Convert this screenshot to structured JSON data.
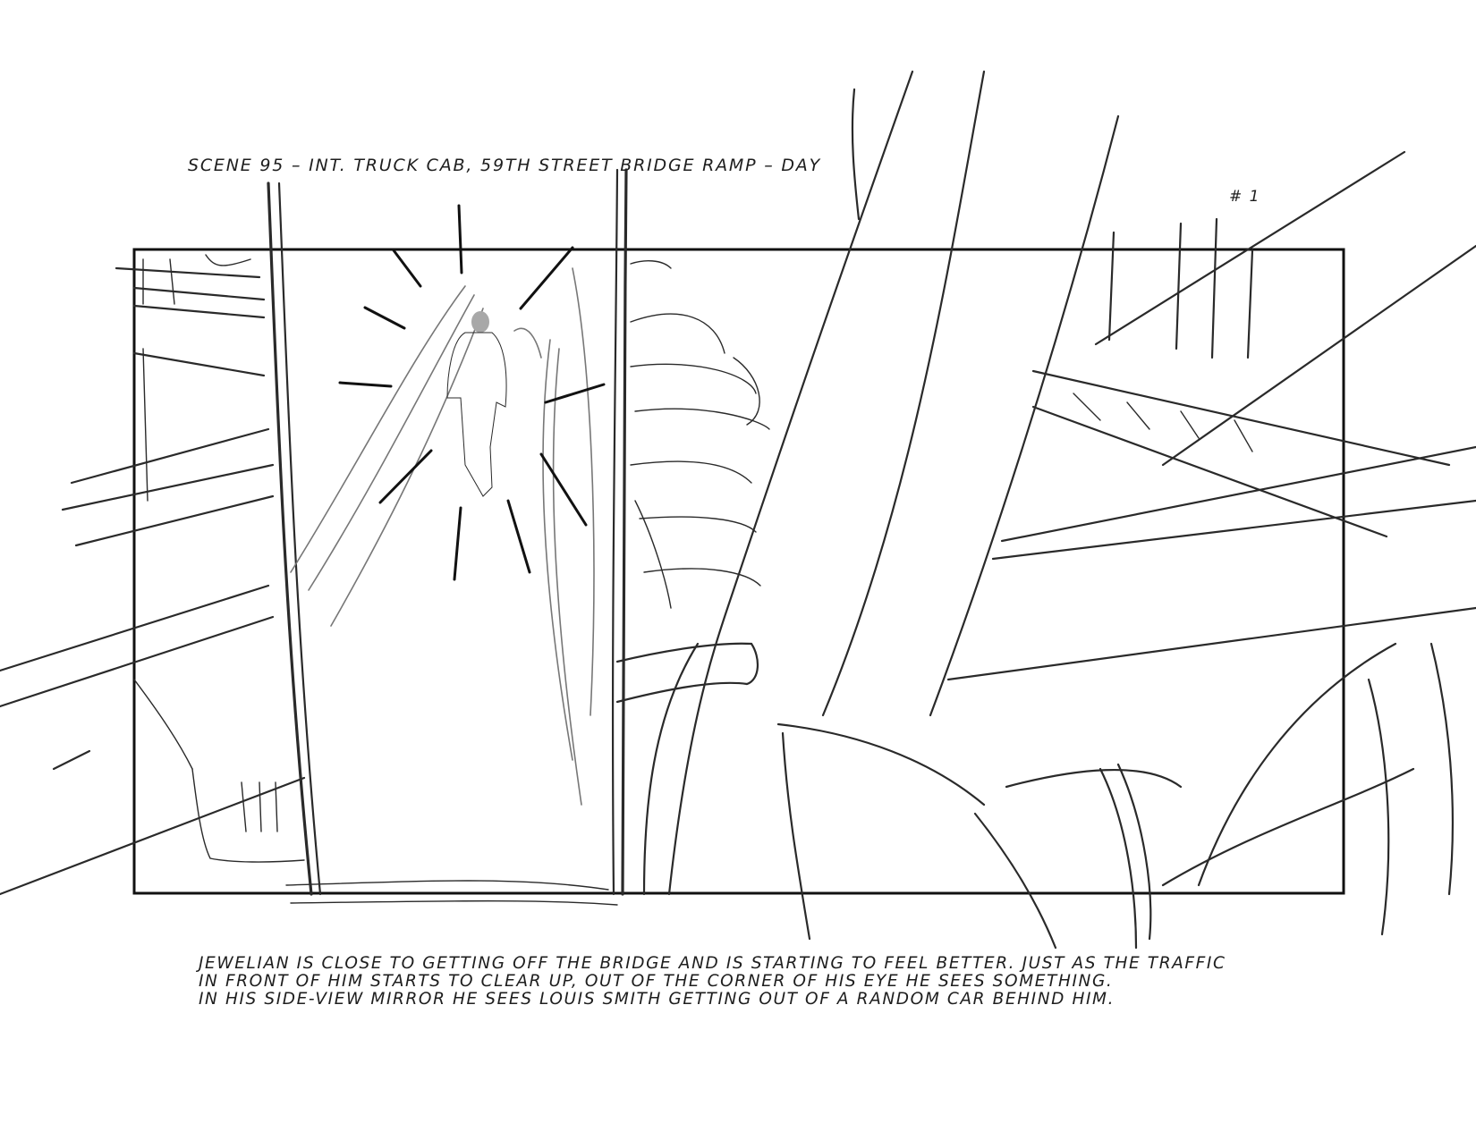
{
  "storyboard": {
    "scene_heading": "SCENE 95 – INT. TRUCK CAB, 59TH STREET BRIDGE RAMP – DAY",
    "panel_number": "# 1",
    "caption_lines": [
      "JEWELIAN IS CLOSE TO GETTING OFF THE BRIDGE AND IS STARTING TO FEEL BETTER. JUST AS THE TRAFFIC",
      "IN FRONT OF HIM STARTS TO CLEAR UP, OUT OF THE CORNER OF HIS EYE HE SEES SOMETHING.",
      "IN HIS SIDE-VIEW MIRROR HE SEES LOUIS SMITH GETTING OUT OF A RANDOM CAR BEHIND HIM."
    ]
  },
  "colors": {
    "ink": "#1e1e1e",
    "figure_fill": "#a8a8a8",
    "paper": "#ffffff"
  }
}
